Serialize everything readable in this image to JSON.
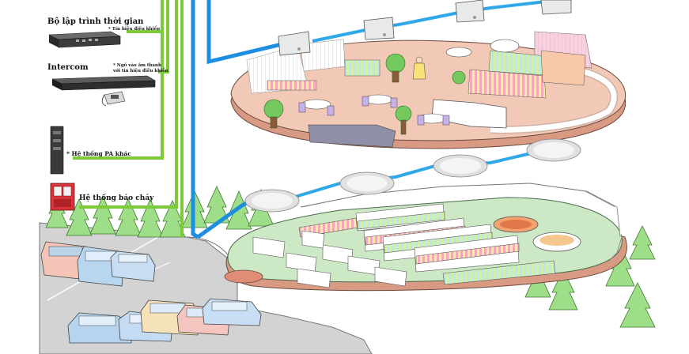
{
  "devices": {
    "timer": {
      "title": "Bộ lập trình thời gian",
      "note": "* Tín hiệu điều khiển"
    },
    "intercom": {
      "title": "Intercom",
      "note_line1": "* Ngõ vào âm thanh",
      "note_line2": "với tín hiệu điều khiển"
    },
    "pa": {
      "title": "* Hệ thống PA khác"
    },
    "fire": {
      "title": "Hệ thống báo cháy"
    }
  },
  "colors": {
    "green_line": "#7ecb3a",
    "blue_line": "#1d8ee0",
    "sky_line": "#30a8e8",
    "floor_top": "#f2c9b6",
    "floor_side": "#d99a84",
    "market_floor": "#cde8c4",
    "tree": "#9ede88"
  }
}
